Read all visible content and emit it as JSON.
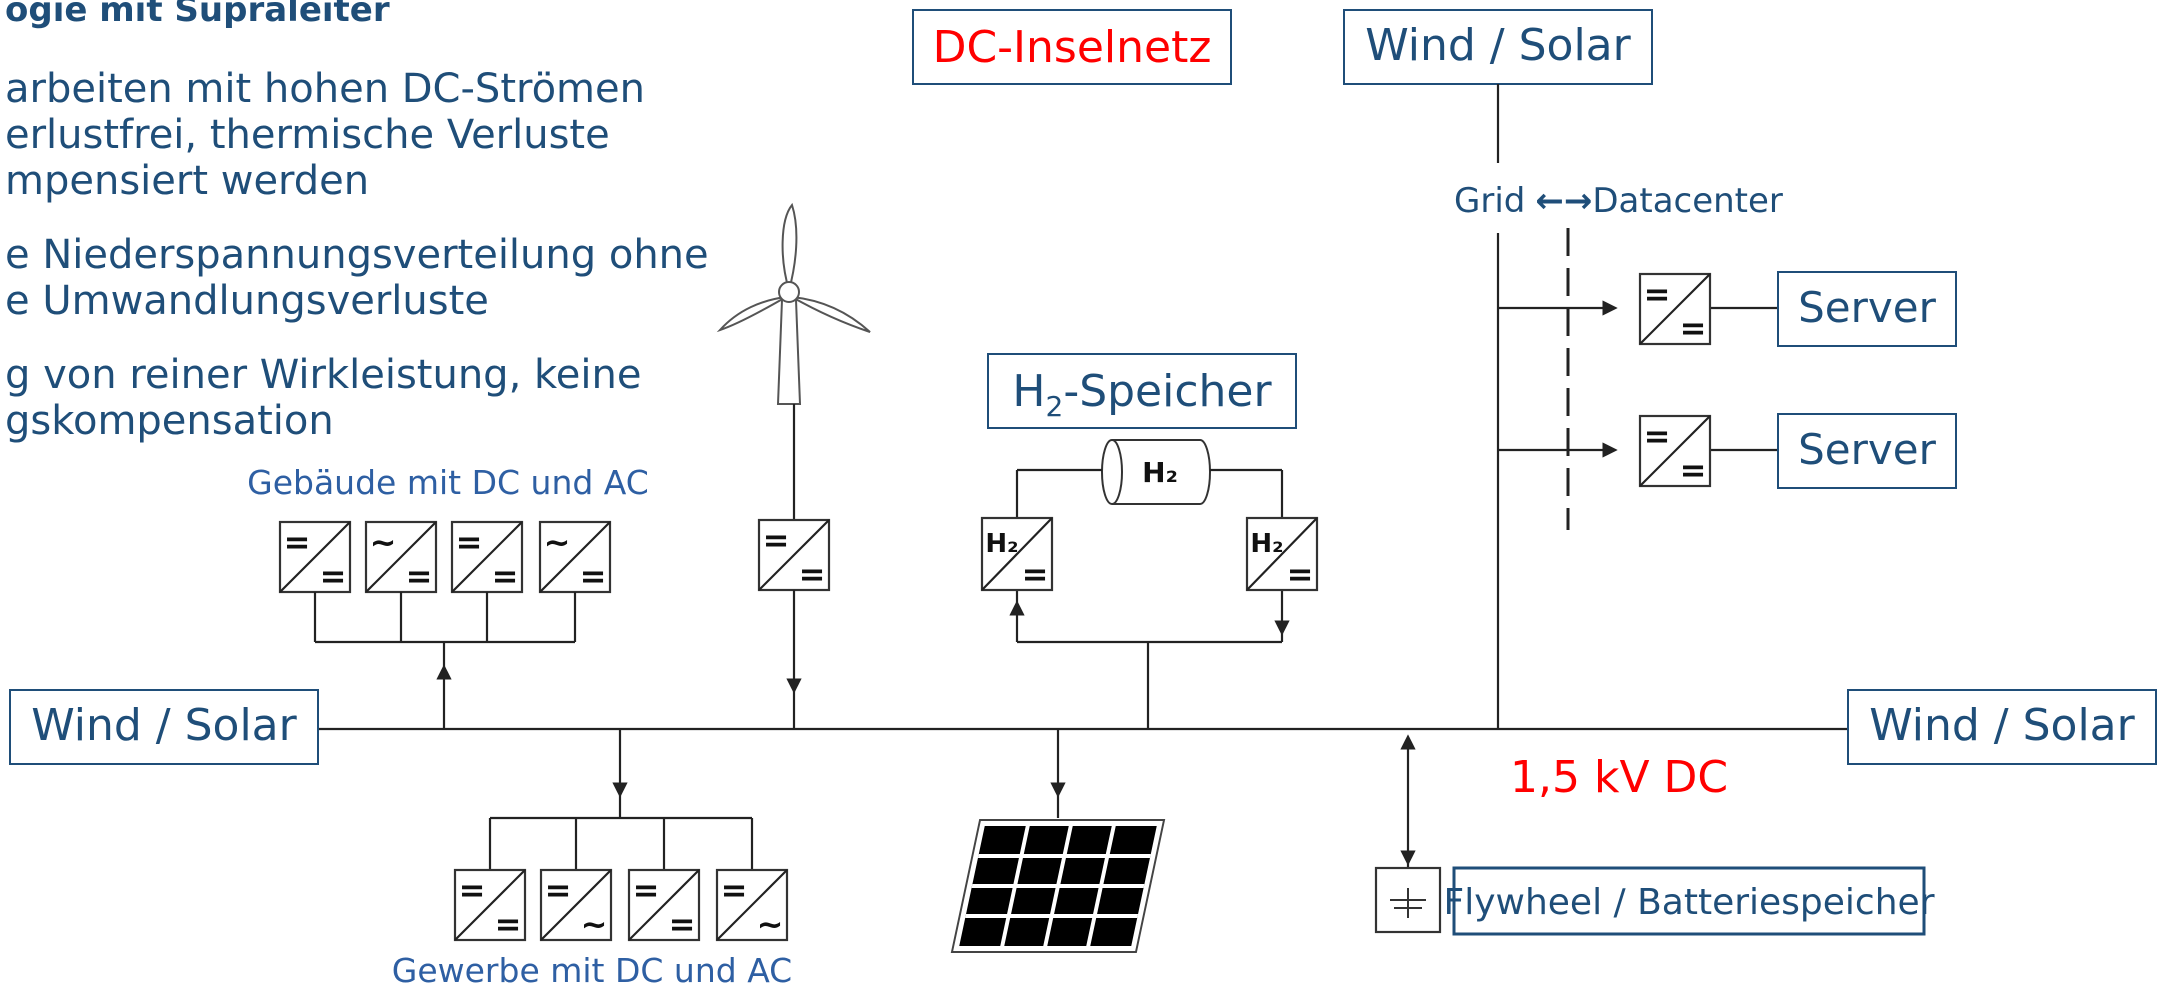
{
  "bullets": {
    "heading": "ogie mit Supraleiter",
    "lines": [
      "arbeiten mit hohen DC-Strömen",
      "erlustfrei, thermische Verluste",
      "mpensiert werden",
      "e Niederspannungsverteilung ohne",
      "e Umwandlungsverluste",
      "g von reiner Wirkleistung, keine",
      "gskompensation"
    ]
  },
  "titles": {
    "inselnetz": "DC-Inselnetz",
    "voltage": "1,5 kV DC"
  },
  "sources": {
    "wind_solar_left": "Wind / Solar",
    "wind_solar_right": "Wind / Solar",
    "wind_solar_top": "Wind / Solar"
  },
  "datacenter": {
    "grid": "Grid",
    "arrow": "←→",
    "label": "Datacenter",
    "server1": "Server",
    "server2": "Server"
  },
  "h2": {
    "title_main": "H",
    "title_sub": "2",
    "title_rest": "-Speicher",
    "tank": "H₂",
    "electrolyzer": "H₂",
    "fuelcell": "H₂"
  },
  "loads": {
    "gebaeude": "Gebäude mit DC und AC",
    "gewerbe": "Gewerbe mit DC und AC"
  },
  "storage": {
    "flywheel": "Flywheel / Batteriespeicher",
    "battery_symbol": "+"
  },
  "converter_glyphs": {
    "dc": "=",
    "ac": "~"
  },
  "colors": {
    "text_blue": "#1f4e79",
    "accent_red": "#ff0000",
    "line": "#222222"
  }
}
